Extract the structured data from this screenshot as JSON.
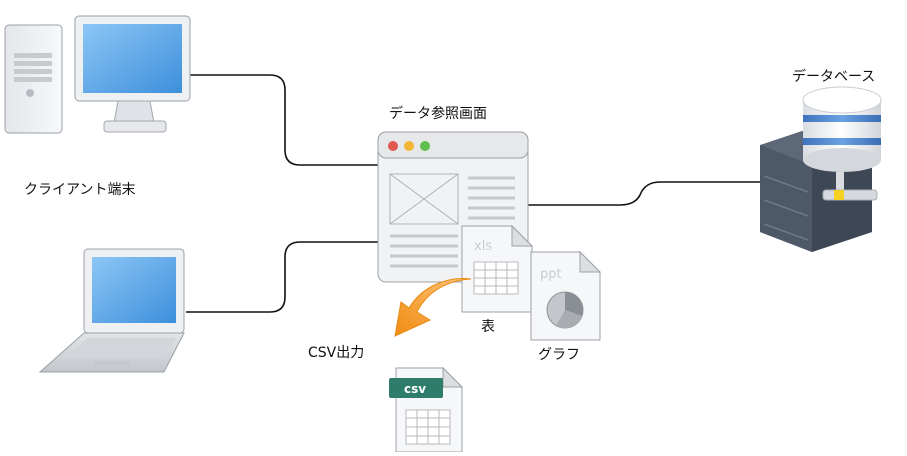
{
  "labels": {
    "client": "クライアント端末",
    "viewer": "データ参照画面",
    "database": "データベース",
    "table": "表",
    "graph": "グラフ",
    "csv_output": "CSV出力"
  },
  "file_badges": {
    "xls": "xls",
    "ppt": "ppt",
    "csv": "csv"
  },
  "colors": {
    "connector": "#111111",
    "monitor_screen": "#4f9fe6",
    "window_close": "#e0584f",
    "window_min": "#f2b534",
    "window_max": "#5fbf4e",
    "arrow": "#f59a23",
    "csv_badge": "#2e7d6a",
    "server_body": "#4e5968",
    "db_band": "#4d84c8",
    "db_key": "#f5d020"
  }
}
